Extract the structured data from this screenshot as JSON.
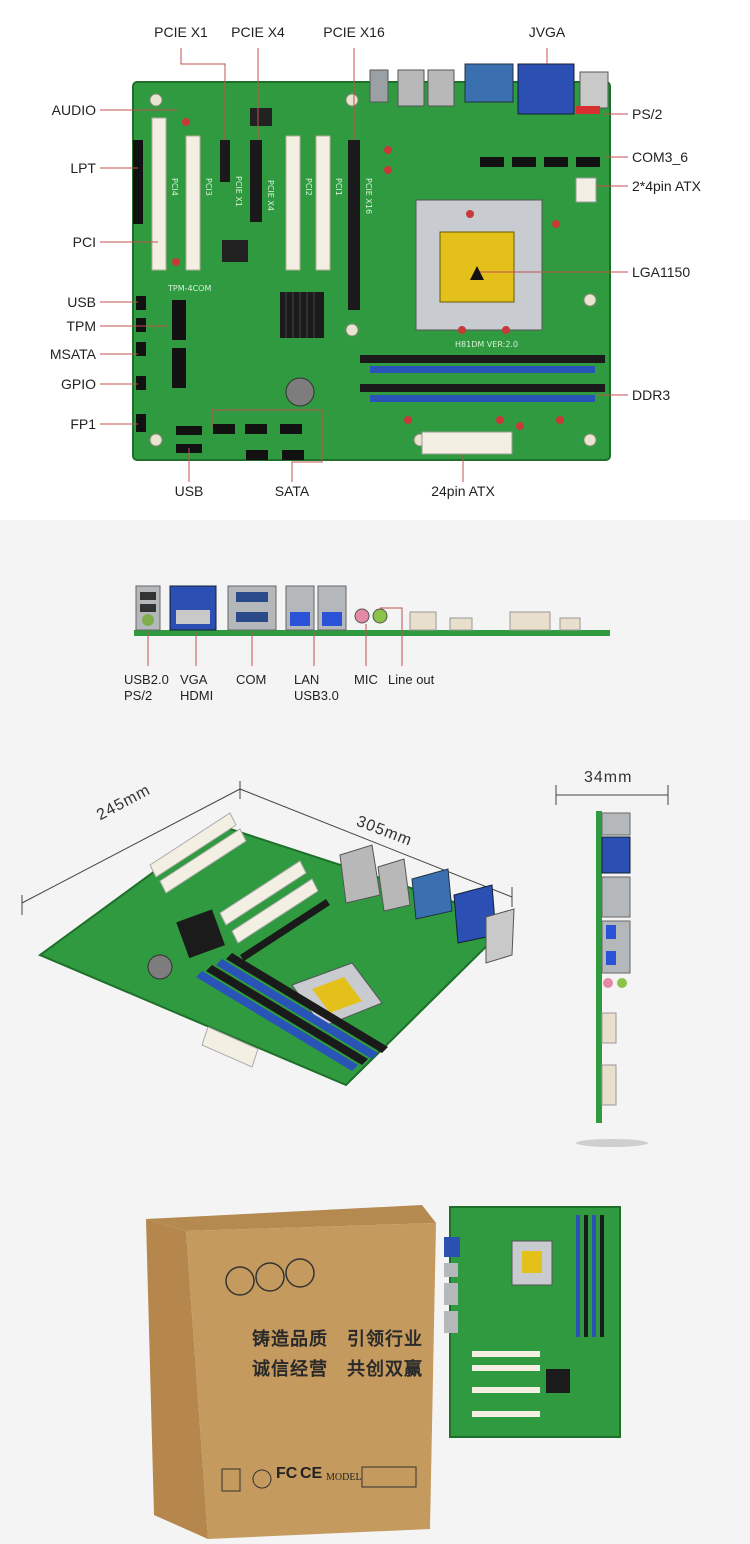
{
  "board_labels": {
    "top": [
      "PCIE X1",
      "PCIE X4",
      "PCIE X16",
      "JVGA"
    ],
    "left": [
      "AUDIO",
      "LPT",
      "PCI",
      "USB",
      "TPM",
      "MSATA",
      "GPIO",
      "FP1"
    ],
    "right": [
      "PS/2",
      "COM3_6",
      "2*4pin ATX",
      "LGA1150",
      "DDR3"
    ],
    "bottom": [
      "USB",
      "SATA",
      "24pin ATX"
    ]
  },
  "silkscreen": [
    "PCI4",
    "PCI3",
    "PCIE X1",
    "PCIE X4",
    "PCI2",
    "PCI1",
    "PCIE X16",
    "TPM-4COM",
    "H81DM VER:2.0"
  ],
  "io_labels": [
    {
      "line1": "USB2.0",
      "line2": "PS/2"
    },
    {
      "line1": "VGA",
      "line2": "HDMI"
    },
    {
      "line1": "COM",
      "line2": ""
    },
    {
      "line1": "LAN",
      "line2": "USB3.0"
    },
    {
      "line1": "MIC",
      "line2": ""
    },
    {
      "line1": "Line out",
      "line2": ""
    }
  ],
  "dimensions": {
    "width": "245mm",
    "length": "305mm",
    "height": "34mm"
  },
  "box": {
    "slogan_line1": "铸造品质　引领行业",
    "slogan_line2": "诚信经营　共创双赢",
    "model_label": "MODEL",
    "marks": [
      "FC",
      "CE"
    ]
  },
  "colors": {
    "pcb": "#2f9a40",
    "pcb_dark": "#1f7a2e",
    "slot_white": "#f3efe3",
    "dimm_blue": "#2a53b8",
    "cardboard": "#c59a5e"
  }
}
